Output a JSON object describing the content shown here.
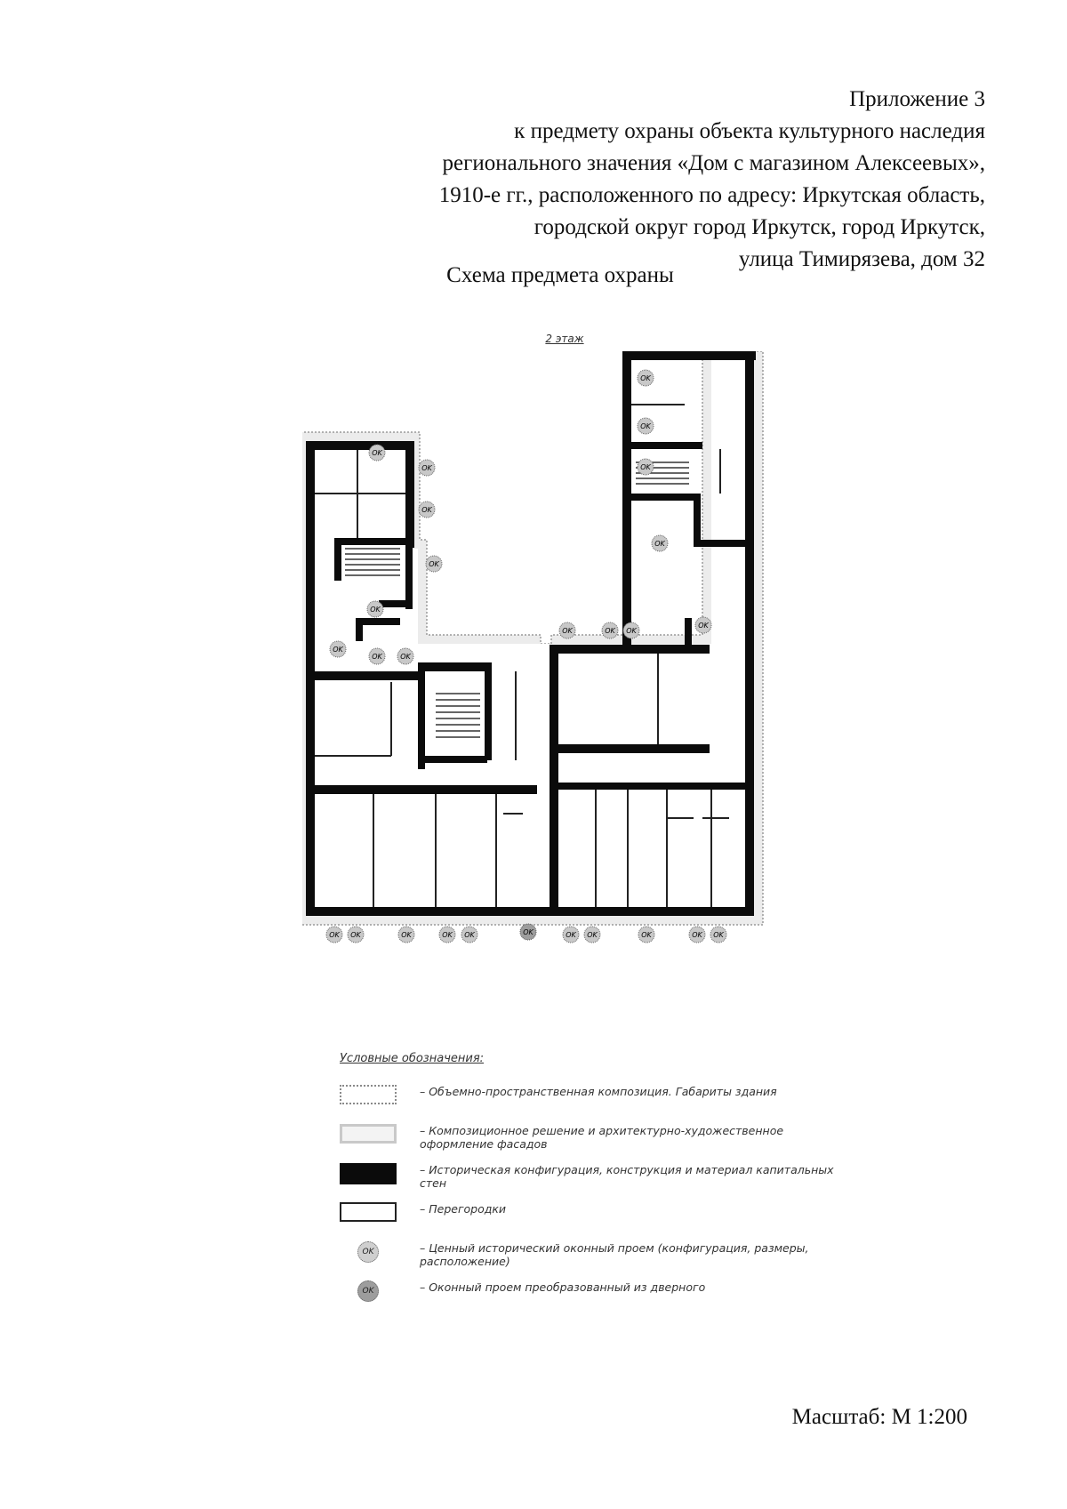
{
  "header": {
    "lines": [
      "Приложение 3",
      "к предмету охраны объекта культурного наследия",
      "регионального значения «Дом с магазином Алексеевых»,",
      "1910-е гг., расположенного по адресу: Иркутская область,",
      "городской округ город Иркутск, город Иркутск,",
      "улица Тимирязева, дом 32"
    ]
  },
  "scheme_title": "Схема предмета охраны",
  "floor_label": "2 этаж",
  "window_marker_label": "OK",
  "legend": {
    "title": "Условные обозначения:",
    "items": [
      {
        "symbol": "outline",
        "text": "– Объемно-пространственная композиция. Габариты здания"
      },
      {
        "symbol": "facade",
        "text": "– Композиционное решение и архитектурно-художественное оформление фасадов"
      },
      {
        "symbol": "wall",
        "text": "– Историческая конфигурация, конструкция и материал капитальных стен"
      },
      {
        "symbol": "partition",
        "text": "– Перегородки"
      },
      {
        "symbol": "ok",
        "text": "– Ценный исторический оконный проем (конфигурация, размеры, расположение)"
      },
      {
        "symbol": "ok-dark",
        "text": "– Оконный проем преобразованный из дверного"
      }
    ]
  },
  "scale": "Масштаб: М 1:200"
}
